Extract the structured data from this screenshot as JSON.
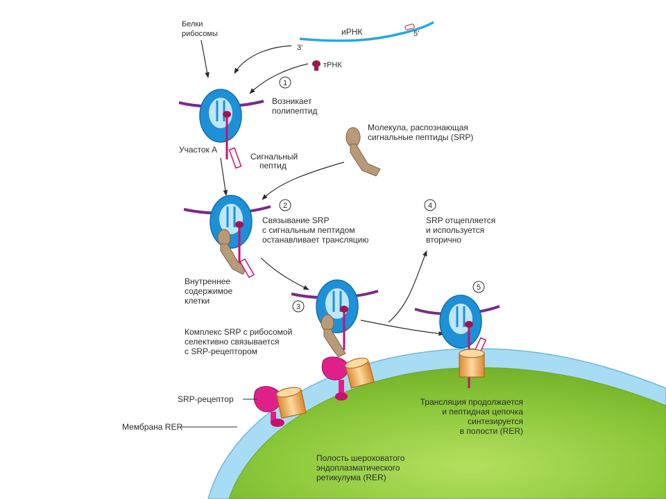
{
  "labels": {
    "ribosome_proteins": [
      "Белки",
      "рибосомы"
    ],
    "mrna": "иРНК",
    "three_prime": "3'",
    "five_prime": "5'",
    "trna": "тРНК",
    "polypeptide": [
      "Возникает",
      "полипептид"
    ],
    "site_a": "Участок А",
    "signal_peptide": [
      "Сигнальный",
      "пептид"
    ],
    "srp_molecule": [
      "Молекула, распознающая",
      "сигнальные пептиды (SRP)"
    ],
    "step2_text": [
      "Связывание SRP",
      "с сигнальным пептидом",
      "останавливает трансляцию"
    ],
    "step4_text": [
      "SRP отщепляется",
      "и используется",
      "вторично"
    ],
    "cell_interior": [
      "Внутреннее",
      "содержимое",
      "клетки"
    ],
    "step3_text": [
      "Комплекс SRP с рибосомой",
      "селективно связывается",
      "с SRP-рецептором"
    ],
    "srp_receptor": "SRP-рецептор",
    "rer_membrane": "Мембрана RER",
    "step5_text": [
      "Трансляция продолжается",
      "и пептидная цепочка",
      "синтезируется",
      "в полости (RER)"
    ],
    "rer_lumen": [
      "Полость шероховатого",
      "эндоплазматического",
      "ретикулума (RER)"
    ]
  },
  "steps": [
    "1",
    "2",
    "3",
    "4",
    "5"
  ],
  "colors": {
    "ribosome": "#1e90d8",
    "ribosome_light": "#bfe6ff",
    "mrna_purple": "#7a2a8a",
    "peptide_magenta": "#c8106e",
    "srp_tan": "#b89a78",
    "receptor_pink": "#e0208a",
    "channel_orange": "#f0b060",
    "membrane_blue": "#a8dcf4",
    "lumen_green": "#8cc83a"
  }
}
